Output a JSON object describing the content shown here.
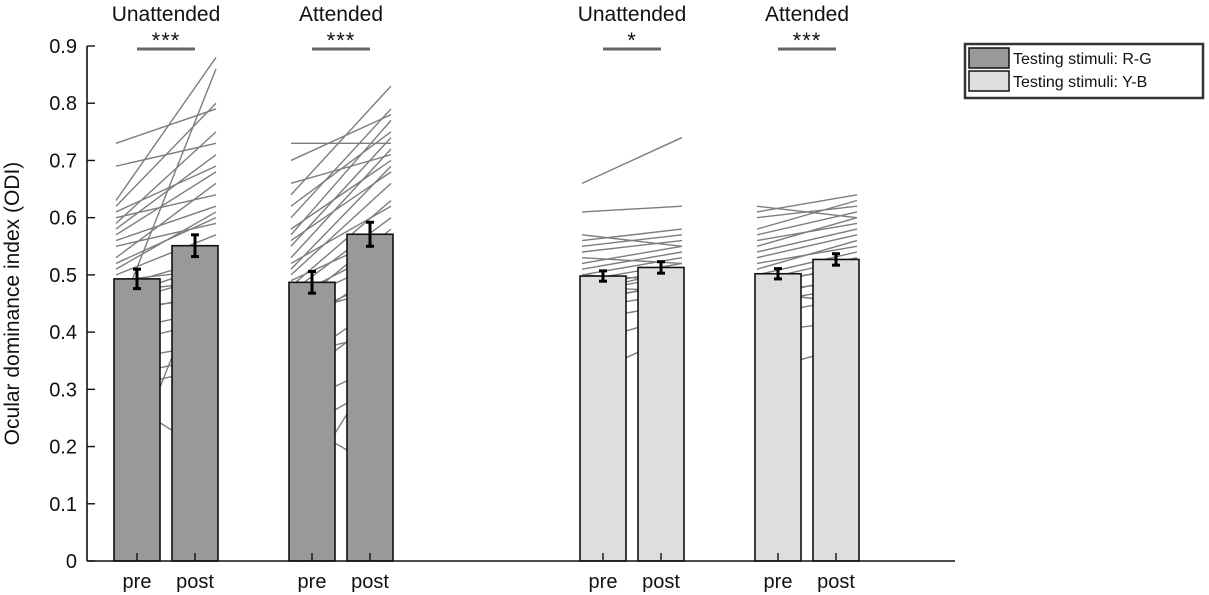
{
  "chart_data": {
    "type": "bar",
    "ylabel": "Ocular dominance index (ODI)",
    "ylim": [
      0,
      0.9
    ],
    "yticks": [
      "0",
      "0.1",
      "0.2",
      "0.3",
      "0.4",
      "0.5",
      "0.6",
      "0.7",
      "0.8",
      "0.9"
    ],
    "x_tick_labels": [
      "pre",
      "post"
    ],
    "legend": {
      "placement": "top-right, outside plot",
      "entries": [
        {
          "label": "Testing stimuli: R-G",
          "color": "#999999"
        },
        {
          "label": "Testing stimuli: Y-B",
          "color": "#dedede"
        }
      ]
    },
    "groups": [
      {
        "label": "Unattended",
        "series": "Testing stimuli: R-G",
        "pre": 0.493,
        "post": 0.551,
        "pre_err": 0.017,
        "post_err": 0.019,
        "significance": "***",
        "pairs": [
          [
            0.11,
            0.55
          ],
          [
            0.29,
            0.18
          ],
          [
            0.3,
            0.34
          ],
          [
            0.35,
            0.38
          ],
          [
            0.42,
            0.86
          ],
          [
            0.44,
            0.46
          ],
          [
            0.47,
            0.49
          ],
          [
            0.48,
            0.53
          ],
          [
            0.49,
            0.51
          ],
          [
            0.5,
            0.57
          ],
          [
            0.51,
            0.61
          ],
          [
            0.52,
            0.6
          ],
          [
            0.53,
            0.66
          ],
          [
            0.55,
            0.59
          ],
          [
            0.56,
            0.62
          ],
          [
            0.57,
            0.68
          ],
          [
            0.58,
            0.71
          ],
          [
            0.59,
            0.75
          ],
          [
            0.6,
            0.64
          ],
          [
            0.61,
            0.69
          ],
          [
            0.62,
            0.8
          ],
          [
            0.63,
            0.88
          ],
          [
            0.69,
            0.73
          ],
          [
            0.73,
            0.79
          ],
          [
            0.46,
            0.52
          ],
          [
            0.45,
            0.5
          ],
          [
            0.43,
            0.47
          ],
          [
            0.4,
            0.44
          ],
          [
            0.38,
            0.42
          ],
          [
            0.32,
            0.36
          ]
        ]
      },
      {
        "label": "Attended",
        "series": "Testing stimuli: R-G",
        "pre": 0.487,
        "post": 0.571,
        "pre_err": 0.019,
        "post_err": 0.021,
        "significance": "***",
        "pairs": [
          [
            0.1,
            0.38
          ],
          [
            0.22,
            0.32
          ],
          [
            0.25,
            0.15
          ],
          [
            0.27,
            0.35
          ],
          [
            0.34,
            0.46
          ],
          [
            0.36,
            0.4
          ],
          [
            0.4,
            0.52
          ],
          [
            0.42,
            0.5
          ],
          [
            0.44,
            0.58
          ],
          [
            0.46,
            0.55
          ],
          [
            0.47,
            0.6
          ],
          [
            0.48,
            0.63
          ],
          [
            0.49,
            0.57
          ],
          [
            0.5,
            0.66
          ],
          [
            0.51,
            0.69
          ],
          [
            0.52,
            0.62
          ],
          [
            0.53,
            0.72
          ],
          [
            0.55,
            0.74
          ],
          [
            0.56,
            0.68
          ],
          [
            0.57,
            0.77
          ],
          [
            0.58,
            0.7
          ],
          [
            0.6,
            0.79
          ],
          [
            0.62,
            0.75
          ],
          [
            0.64,
            0.83
          ],
          [
            0.66,
            0.71
          ],
          [
            0.7,
            0.78
          ],
          [
            0.73,
            0.73
          ],
          [
            0.45,
            0.53
          ],
          [
            0.43,
            0.48
          ],
          [
            0.31,
            0.44
          ]
        ]
      },
      {
        "label": "Unattended",
        "series": "Testing stimuli: Y-B",
        "pre": 0.498,
        "post": 0.513,
        "pre_err": 0.009,
        "post_err": 0.01,
        "significance": "*",
        "pairs": [
          [
            0.32,
            0.4
          ],
          [
            0.38,
            0.43
          ],
          [
            0.42,
            0.45
          ],
          [
            0.44,
            0.47
          ],
          [
            0.45,
            0.49
          ],
          [
            0.46,
            0.48
          ],
          [
            0.47,
            0.5
          ],
          [
            0.48,
            0.51
          ],
          [
            0.49,
            0.52
          ],
          [
            0.5,
            0.53
          ],
          [
            0.5,
            0.49
          ],
          [
            0.51,
            0.54
          ],
          [
            0.52,
            0.55
          ],
          [
            0.53,
            0.52
          ],
          [
            0.54,
            0.56
          ],
          [
            0.55,
            0.57
          ],
          [
            0.56,
            0.58
          ],
          [
            0.57,
            0.55
          ],
          [
            0.61,
            0.62
          ],
          [
            0.66,
            0.74
          ],
          [
            0.48,
            0.47
          ],
          [
            0.47,
            0.51
          ]
        ]
      },
      {
        "label": "Attended",
        "series": "Testing stimuli: Y-B",
        "pre": 0.502,
        "post": 0.527,
        "pre_err": 0.009,
        "post_err": 0.01,
        "significance": "***",
        "pairs": [
          [
            0.33,
            0.38
          ],
          [
            0.4,
            0.42
          ],
          [
            0.43,
            0.46
          ],
          [
            0.45,
            0.48
          ],
          [
            0.46,
            0.5
          ],
          [
            0.47,
            0.49
          ],
          [
            0.48,
            0.52
          ],
          [
            0.49,
            0.51
          ],
          [
            0.5,
            0.54
          ],
          [
            0.51,
            0.56
          ],
          [
            0.52,
            0.55
          ],
          [
            0.53,
            0.57
          ],
          [
            0.54,
            0.58
          ],
          [
            0.55,
            0.6
          ],
          [
            0.56,
            0.59
          ],
          [
            0.57,
            0.61
          ],
          [
            0.58,
            0.63
          ],
          [
            0.6,
            0.62
          ],
          [
            0.61,
            0.64
          ],
          [
            0.62,
            0.6
          ],
          [
            0.49,
            0.53
          ],
          [
            0.47,
            0.45
          ]
        ]
      }
    ]
  }
}
